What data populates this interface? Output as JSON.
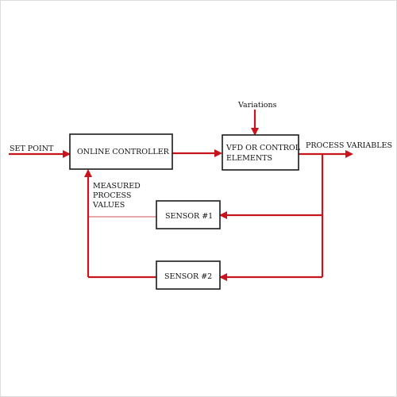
{
  "blocks": {
    "controller": "ONLINE CONTROLLER",
    "vfd_line1": "VFD OR CONTROL",
    "vfd_line2": "ELEMENTS",
    "sensor1": "SENSOR #1",
    "sensor2": "SENSOR #2"
  },
  "labels": {
    "set_point": "SET POINT",
    "variations": "Variations",
    "process_variables": "PROCESS VARIABLES",
    "measured_line1": "MEASURED",
    "measured_line2": "PROCESS",
    "measured_line3": "VALUES"
  },
  "colors": {
    "signal_line": "#c8141c",
    "block_border": "#1a1a1a"
  }
}
